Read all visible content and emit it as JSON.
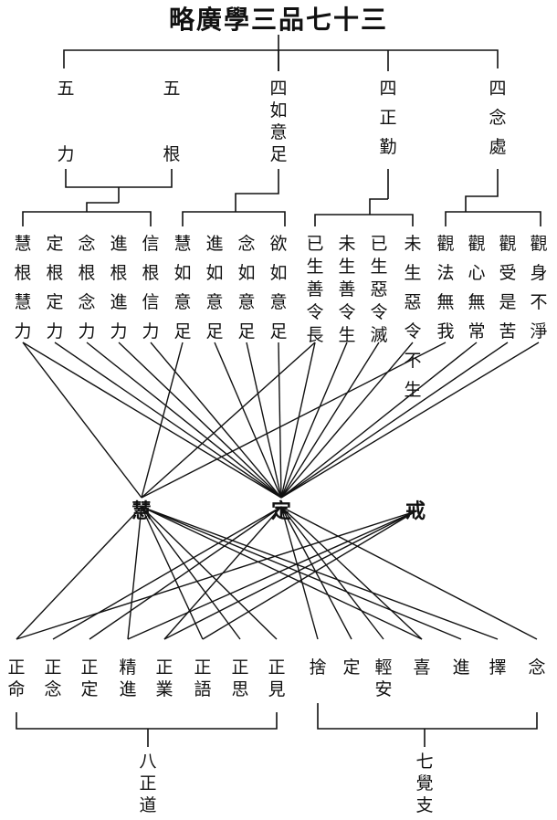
{
  "title": "略廣學三品七十三",
  "groups": [
    {
      "id": "g5li_top",
      "label": "五"
    },
    {
      "id": "g5gen_top",
      "label": "五"
    },
    {
      "id": "g5li_bot",
      "label": "力"
    },
    {
      "id": "g5gen_bot",
      "label": "根"
    },
    {
      "id": "g4ruyi",
      "label": "四如意足"
    },
    {
      "id": "g4zheng",
      "label": "四正勤"
    },
    {
      "id": "g4nian",
      "label": "四念處"
    }
  ],
  "items": [
    "慧根慧力",
    "定根定力",
    "念根念力",
    "進根進力",
    "信根信力",
    "慧如意足",
    "進如意足",
    "念如意足",
    "欲如意足",
    "已生善令長",
    "未生善令生",
    "已生惡令滅",
    "未生惡令不生",
    "觀法無我",
    "觀心無常",
    "觀受是苦",
    "觀身不淨"
  ],
  "centers": [
    "慧",
    "定",
    "戒"
  ],
  "path_items": [
    "正命",
    "正念",
    "正定",
    "精進",
    "正業",
    "正語",
    "正思",
    "正見"
  ],
  "awak_items": [
    "捨",
    "定",
    "輕安",
    "喜",
    "進",
    "擇",
    "念"
  ],
  "bottom_labels": [
    "八正道",
    "七覺支"
  ]
}
